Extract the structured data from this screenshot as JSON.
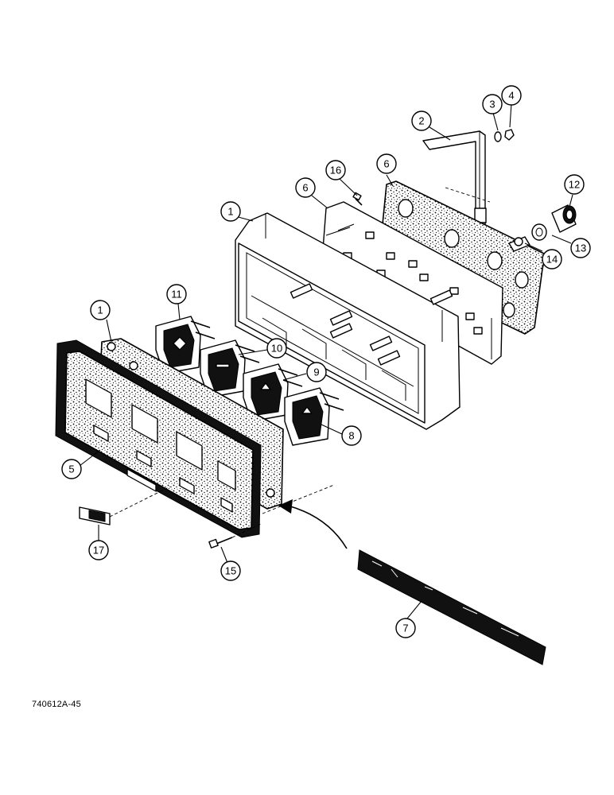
{
  "figure_id": "740612A-45",
  "callouts": [
    {
      "id": "c1a",
      "label": "1"
    },
    {
      "id": "c1b",
      "label": "1"
    },
    {
      "id": "c2",
      "label": "2"
    },
    {
      "id": "c3",
      "label": "3"
    },
    {
      "id": "c4",
      "label": "4"
    },
    {
      "id": "c5",
      "label": "5"
    },
    {
      "id": "c6a",
      "label": "6"
    },
    {
      "id": "c6b",
      "label": "6"
    },
    {
      "id": "c7",
      "label": "7"
    },
    {
      "id": "c8",
      "label": "8"
    },
    {
      "id": "c9",
      "label": "9"
    },
    {
      "id": "c10",
      "label": "10"
    },
    {
      "id": "c11",
      "label": "11"
    },
    {
      "id": "c12",
      "label": "12"
    },
    {
      "id": "c13",
      "label": "13"
    },
    {
      "id": "c14",
      "label": "14"
    },
    {
      "id": "c15",
      "label": "15"
    },
    {
      "id": "c16",
      "label": "16"
    },
    {
      "id": "c17",
      "label": "17"
    }
  ],
  "colors": {
    "ink": "#000000",
    "paper": "#ffffff",
    "speckle": "#cfcfcf"
  }
}
